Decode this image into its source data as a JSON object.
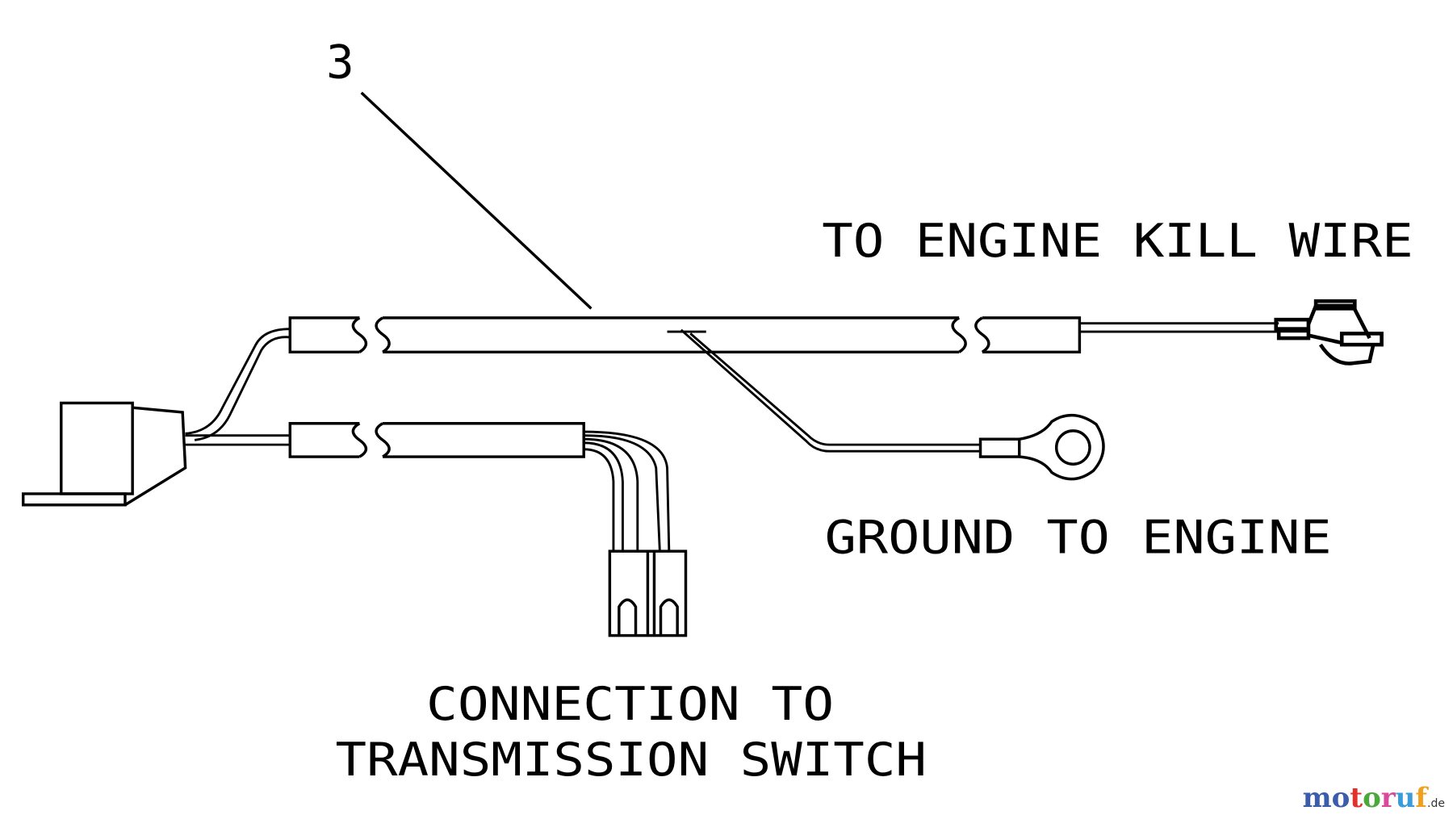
{
  "diagram": {
    "callout_number": "3",
    "labels": {
      "engine_kill": "TO ENGINE KILL WIRE",
      "ground": "GROUND TO ENGINE",
      "transmission_line1": "CONNECTION TO",
      "transmission_line2": "TRANSMISSION SWITCH"
    }
  },
  "watermark": {
    "letters": [
      "m",
      "o",
      "t",
      "o",
      "r",
      "u",
      "f"
    ],
    "colors": [
      "#3b5bab",
      "#3b5bab",
      "#e0312c",
      "#4aa83c",
      "#d94a9b",
      "#3b9cd9",
      "#f0a01c"
    ],
    "suffix": ".de"
  }
}
